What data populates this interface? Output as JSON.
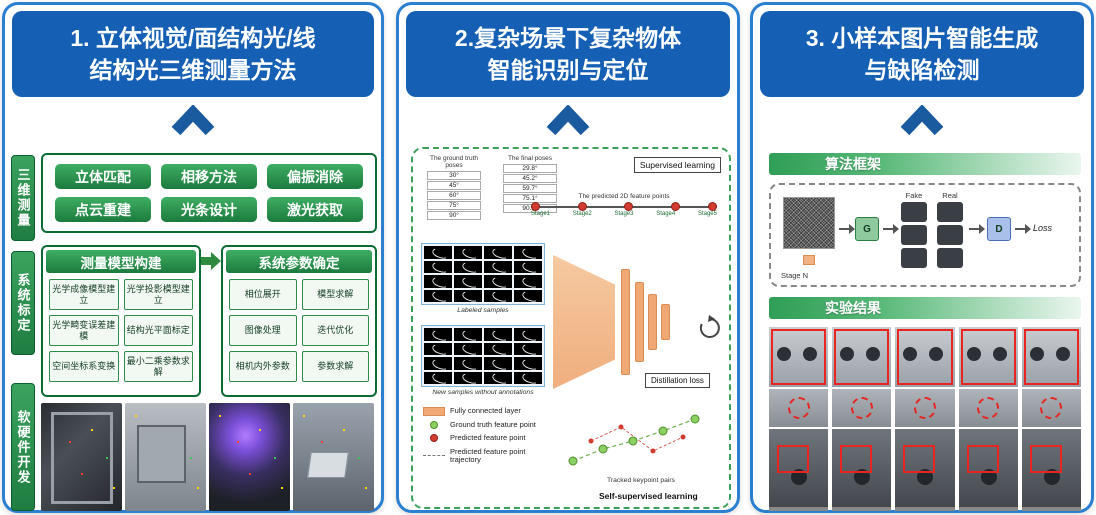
{
  "colors": {
    "panel_border": "#2b7fd0",
    "header_blue": "#1560b4",
    "chevron_blue": "#1a5a9e",
    "green_dark": "#0c6b33",
    "green_button": "#1b7a3d",
    "orange_layer": "#f0a875",
    "red_marker": "#d23b2f"
  },
  "panels": [
    {
      "title_line1": "1. 立体视觉/面结构光/线",
      "title_line2": "结构光三维测量方法",
      "side_tabs": [
        "三维测量",
        "系统标定",
        "软硬件开发"
      ],
      "method_buttons": [
        "立体匹配",
        "相移方法",
        "偏振消除",
        "点云重建",
        "光条设计",
        "激光获取"
      ],
      "model_box": {
        "title": "测量模型构建",
        "items": [
          "光学成像模型建立",
          "光学投影模型建立",
          "光学畸变误差建模",
          "结构光平面标定",
          "空间坐标系变换",
          "最小二乘参数求解"
        ]
      },
      "param_box": {
        "title": "系统参数确定",
        "items": [
          "相位展开",
          "模型求解",
          "图像处理",
          "迭代优化",
          "相机内外参数",
          "参数求解"
        ]
      }
    },
    {
      "title_line1": "2.复杂场景下复杂物体",
      "title_line2": "智能识别与定位",
      "gt_label": "The ground truth poses",
      "final_label": "The final poses",
      "gt_values": [
        "30°",
        "45°",
        "60°",
        "75°",
        "90°"
      ],
      "final_values": [
        "29.8°",
        "45.2°",
        "59.7°",
        "75.1°",
        "90.3°"
      ],
      "supervised_label": "Supervised learning",
      "dots_caption": "The predicted 2D feature points",
      "stages": [
        "Stage1",
        "Stage2",
        "Stage3",
        "Stage4",
        "Stage5"
      ],
      "labeled_caption": "Labeled samples",
      "unlabeled_caption": "New samples without annotations",
      "distillation_label": "Distillation loss",
      "legend": [
        {
          "label": "Fully connected layer"
        },
        {
          "label": "Ground truth feature point"
        },
        {
          "label": "Predicted feature point"
        },
        {
          "label": "Predicted feature point trajectory"
        }
      ],
      "trajectory_caption": "Tracked keypoint pairs",
      "self_supervised_label": "Self-supervised learning"
    },
    {
      "title_line1": "3. 小样本图片智能生成",
      "title_line2": "与缺陷检测",
      "section1_title": "算法框架",
      "section2_title": "实验结果",
      "diagram": {
        "stage_label": "Stage N",
        "generator_label": "G",
        "discriminator_label": "D",
        "fake_label": "Fake",
        "real_label": "Real",
        "loss_label": "Loss"
      }
    }
  ]
}
